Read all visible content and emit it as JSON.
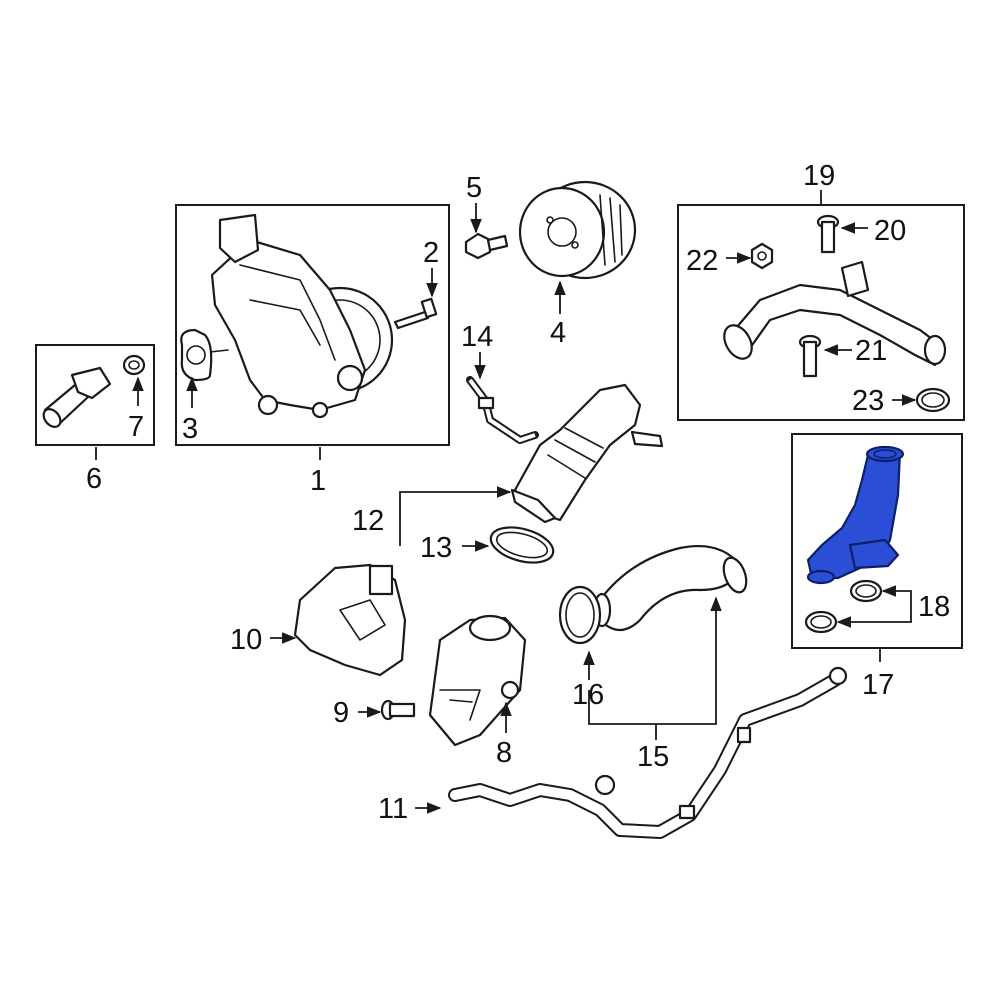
{
  "diagram": {
    "highlight_color": "#2a4fd6",
    "callouts": [
      {
        "id": "c1",
        "text": "1"
      },
      {
        "id": "c2",
        "text": "2"
      },
      {
        "id": "c3",
        "text": "3"
      },
      {
        "id": "c4",
        "text": "4"
      },
      {
        "id": "c5",
        "text": "5"
      },
      {
        "id": "c6",
        "text": "6"
      },
      {
        "id": "c7",
        "text": "7"
      },
      {
        "id": "c8",
        "text": "8"
      },
      {
        "id": "c9",
        "text": "9"
      },
      {
        "id": "c10",
        "text": "10"
      },
      {
        "id": "c11",
        "text": "11"
      },
      {
        "id": "c12",
        "text": "12"
      },
      {
        "id": "c13",
        "text": "13"
      },
      {
        "id": "c14",
        "text": "14"
      },
      {
        "id": "c15",
        "text": "15"
      },
      {
        "id": "c16",
        "text": "16"
      },
      {
        "id": "c17",
        "text": "17"
      },
      {
        "id": "c18",
        "text": "18"
      },
      {
        "id": "c19",
        "text": "19"
      },
      {
        "id": "c20",
        "text": "20"
      },
      {
        "id": "c21",
        "text": "21"
      },
      {
        "id": "c22",
        "text": "22"
      },
      {
        "id": "c23",
        "text": "23"
      }
    ]
  }
}
